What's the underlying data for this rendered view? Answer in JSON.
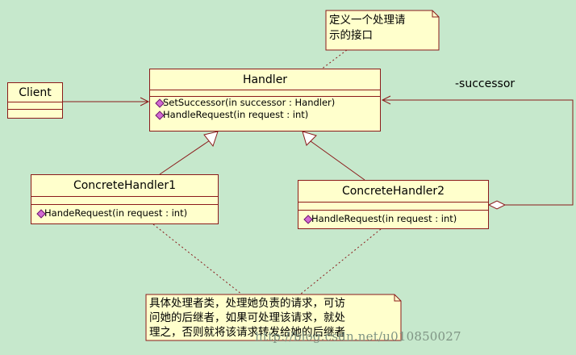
{
  "classes": {
    "client": {
      "name": "Client"
    },
    "handler": {
      "name": "Handler",
      "ops": [
        "SetSuccessor(in successor : Handler)",
        "HandleRequest(in request : int)"
      ]
    },
    "concrete1": {
      "name": "ConcreteHandler1",
      "ops": [
        "HandeRequest(in request : int)"
      ]
    },
    "concrete2": {
      "name": "ConcreteHandler2",
      "ops": [
        "HandleRequest(in request : int)"
      ]
    }
  },
  "notes": {
    "interface": {
      "lines": [
        "定义一个处理请",
        "示的接口"
      ]
    },
    "concrete": {
      "lines": [
        "具体处理者类，处理她负责的请求，可访",
        "问她的后继者，如果可处理该请求，就处",
        "理之，否则就将该请求转发给她的后继者"
      ]
    }
  },
  "association_label": "-successor",
  "watermark": "http://blog.csdn.net/u010850027",
  "colors": {
    "background": "#c6e8cc",
    "class_fill": "#ffffcc",
    "border": "#8b1a1a",
    "operation_icon": "#d26bd2"
  }
}
